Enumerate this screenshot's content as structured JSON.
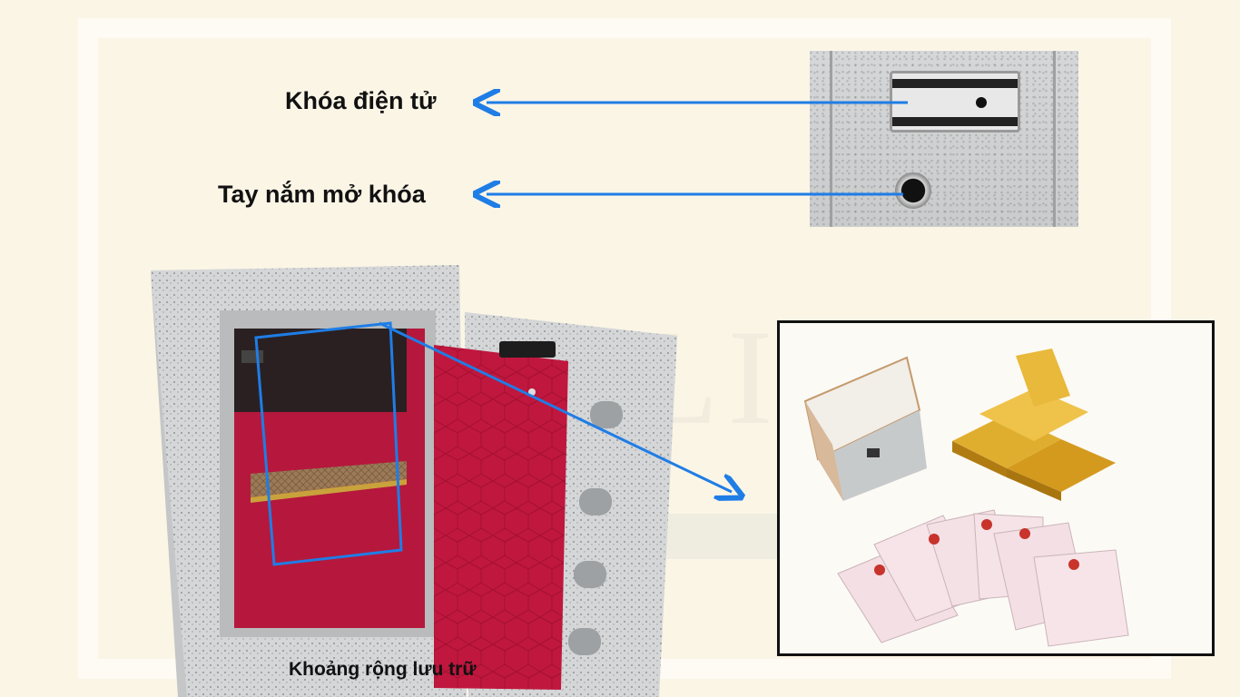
{
  "labels": {
    "electronic_lock": "Khóa điện tử",
    "handle": "Tay nắm mở khóa",
    "storage_space": "Khoảng rộng lưu trữ"
  },
  "colors": {
    "background": "#fbf5e6",
    "arrow": "#1f7de6",
    "safe_interior": "#b5183c",
    "safe_body": "#d2d4d5"
  },
  "icons": {
    "arrow": "arrow-left-icon",
    "keypad": "keypad-icon",
    "knob": "knob-icon"
  }
}
